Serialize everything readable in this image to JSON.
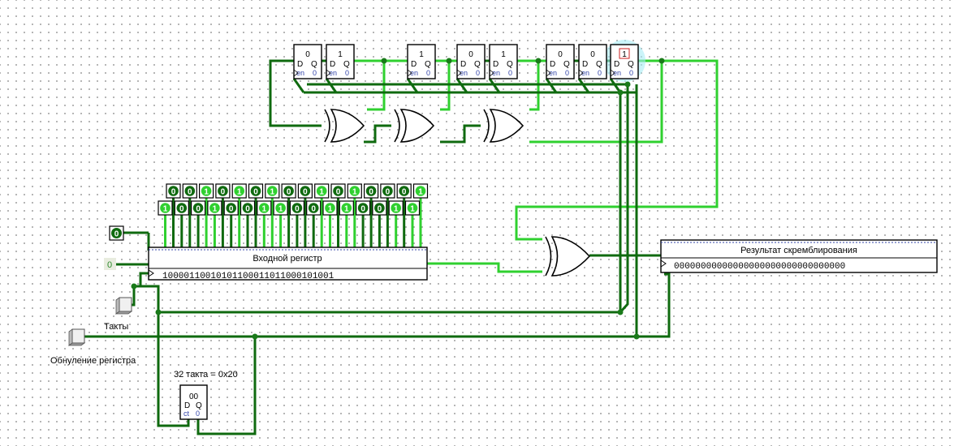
{
  "shift_register": {
    "flipflops": [
      {
        "id": "ff1",
        "q": "0",
        "d": "D",
        "qlabel": "Q",
        "en": "en",
        "en_val": "0",
        "selected": false
      },
      {
        "id": "ff2",
        "q": "1",
        "d": "D",
        "qlabel": "Q",
        "en": "en",
        "en_val": "0",
        "selected": false
      },
      {
        "id": "ff3",
        "q": "1",
        "d": "D",
        "qlabel": "Q",
        "en": "en",
        "en_val": "0",
        "selected": false
      },
      {
        "id": "ff4",
        "q": "0",
        "d": "D",
        "qlabel": "Q",
        "en": "en",
        "en_val": "0",
        "selected": false
      },
      {
        "id": "ff5",
        "q": "1",
        "d": "D",
        "qlabel": "Q",
        "en": "en",
        "en_val": "0",
        "selected": false
      },
      {
        "id": "ff6",
        "q": "0",
        "d": "D",
        "qlabel": "Q",
        "en": "en",
        "en_val": "0",
        "selected": false
      },
      {
        "id": "ff7",
        "q": "0",
        "d": "D",
        "qlabel": "Q",
        "en": "en",
        "en_val": "0",
        "selected": false
      },
      {
        "id": "ff8",
        "q": "1",
        "d": "D",
        "qlabel": "Q",
        "en": "en",
        "en_val": "0",
        "selected": true
      }
    ]
  },
  "input_register": {
    "title": "Входной регистр",
    "value": "10000110010101100011011000101001",
    "top_row_bits": [
      "0",
      "0",
      "1",
      "0",
      "1",
      "0",
      "1",
      "0",
      "0",
      "1",
      "0",
      "1",
      "0",
      "0",
      "0",
      "1"
    ],
    "bottom_row_bits": [
      "1",
      "0",
      "0",
      "1",
      "0",
      "0",
      "1",
      "1",
      "0",
      "0",
      "1",
      "1",
      "0",
      "0",
      "1",
      "1"
    ]
  },
  "input_pin": {
    "value": "0"
  },
  "constant": {
    "value": "0"
  },
  "clock": {
    "label": "Такты"
  },
  "reset": {
    "label": "Обнуление регистра"
  },
  "counter": {
    "label": "32 такта = 0x20",
    "value": "00",
    "d": "D",
    "q": "Q",
    "ct": "ct",
    "zero": "0"
  },
  "result_register": {
    "title": "Результат скремблирования",
    "value": "00000000000000000000000000000000"
  },
  "colors": {
    "wire_active": "#2fd02f",
    "wire_inactive": "#0f6a0f",
    "selection_highlight": "#a8ecf5"
  }
}
